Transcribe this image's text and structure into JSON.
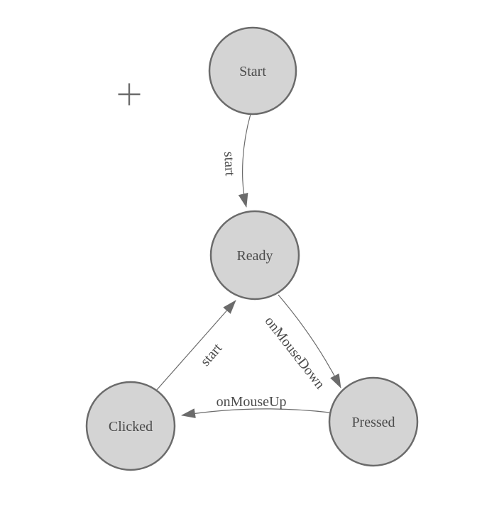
{
  "diagram": {
    "type": "state-machine",
    "nodes": [
      {
        "id": "start",
        "label": "Start"
      },
      {
        "id": "ready",
        "label": "Ready"
      },
      {
        "id": "clicked",
        "label": "Clicked"
      },
      {
        "id": "pressed",
        "label": "Pressed"
      }
    ],
    "edges": [
      {
        "from": "start",
        "to": "ready",
        "label": "start"
      },
      {
        "from": "clicked",
        "to": "ready",
        "label": "start"
      },
      {
        "from": "ready",
        "to": "pressed",
        "label": "onMouseDown"
      },
      {
        "from": "pressed",
        "to": "clicked",
        "label": "onMouseUp"
      }
    ],
    "colors": {
      "node_fill": "#d4d4d4",
      "outline": "#6b6b6b",
      "text": "#4b4b4b",
      "background": "#ffffff"
    },
    "cursor": {
      "name": "plus-crosshair"
    }
  }
}
